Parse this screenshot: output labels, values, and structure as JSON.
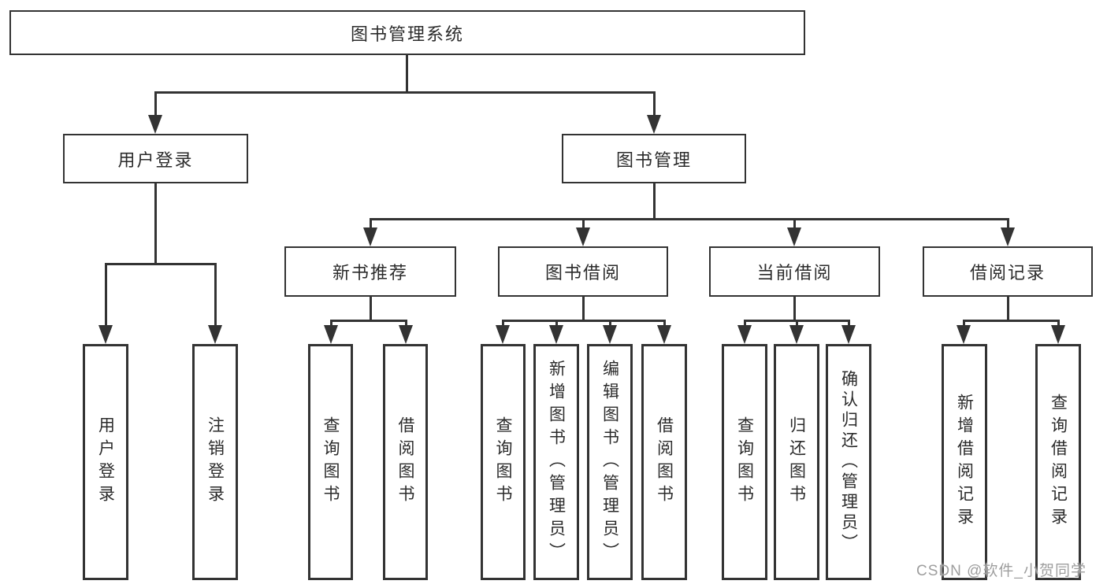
{
  "root": {
    "label": "图书管理系统"
  },
  "level1": {
    "user_login": {
      "label": "用户登录"
    },
    "book_mgmt": {
      "label": "图书管理"
    }
  },
  "level2": {
    "new_book": {
      "label": "新书推荐"
    },
    "borrowing": {
      "label": "图书借阅"
    },
    "current": {
      "label": "当前借阅"
    },
    "records": {
      "label": "借阅记录"
    }
  },
  "leaves": {
    "login": {
      "label": "用户登录"
    },
    "logout": {
      "label": "注销登录"
    },
    "nb_query": {
      "label": "查询图书"
    },
    "nb_borrow": {
      "label": "借阅图书"
    },
    "bw_query": {
      "label": "查询图书"
    },
    "bw_add": {
      "label": "新增图书（管理员）"
    },
    "bw_edit": {
      "label": "编辑图书（管理员）"
    },
    "bw_borrow": {
      "label": "借阅图书"
    },
    "cur_query": {
      "label": "查询图书"
    },
    "cur_return": {
      "label": "归还图书"
    },
    "cur_confirm": {
      "label": "确认归还（管理员）"
    },
    "rec_add": {
      "label": "新增借阅记录"
    },
    "rec_query": {
      "label": "查询借阅记录"
    }
  },
  "watermark": {
    "text": "CSDN @软件_小贺同学"
  },
  "colors": {
    "line": "#333333",
    "text": "#2b2b2b",
    "box_background": "#ffffff",
    "watermark": "#9e9e9e"
  }
}
